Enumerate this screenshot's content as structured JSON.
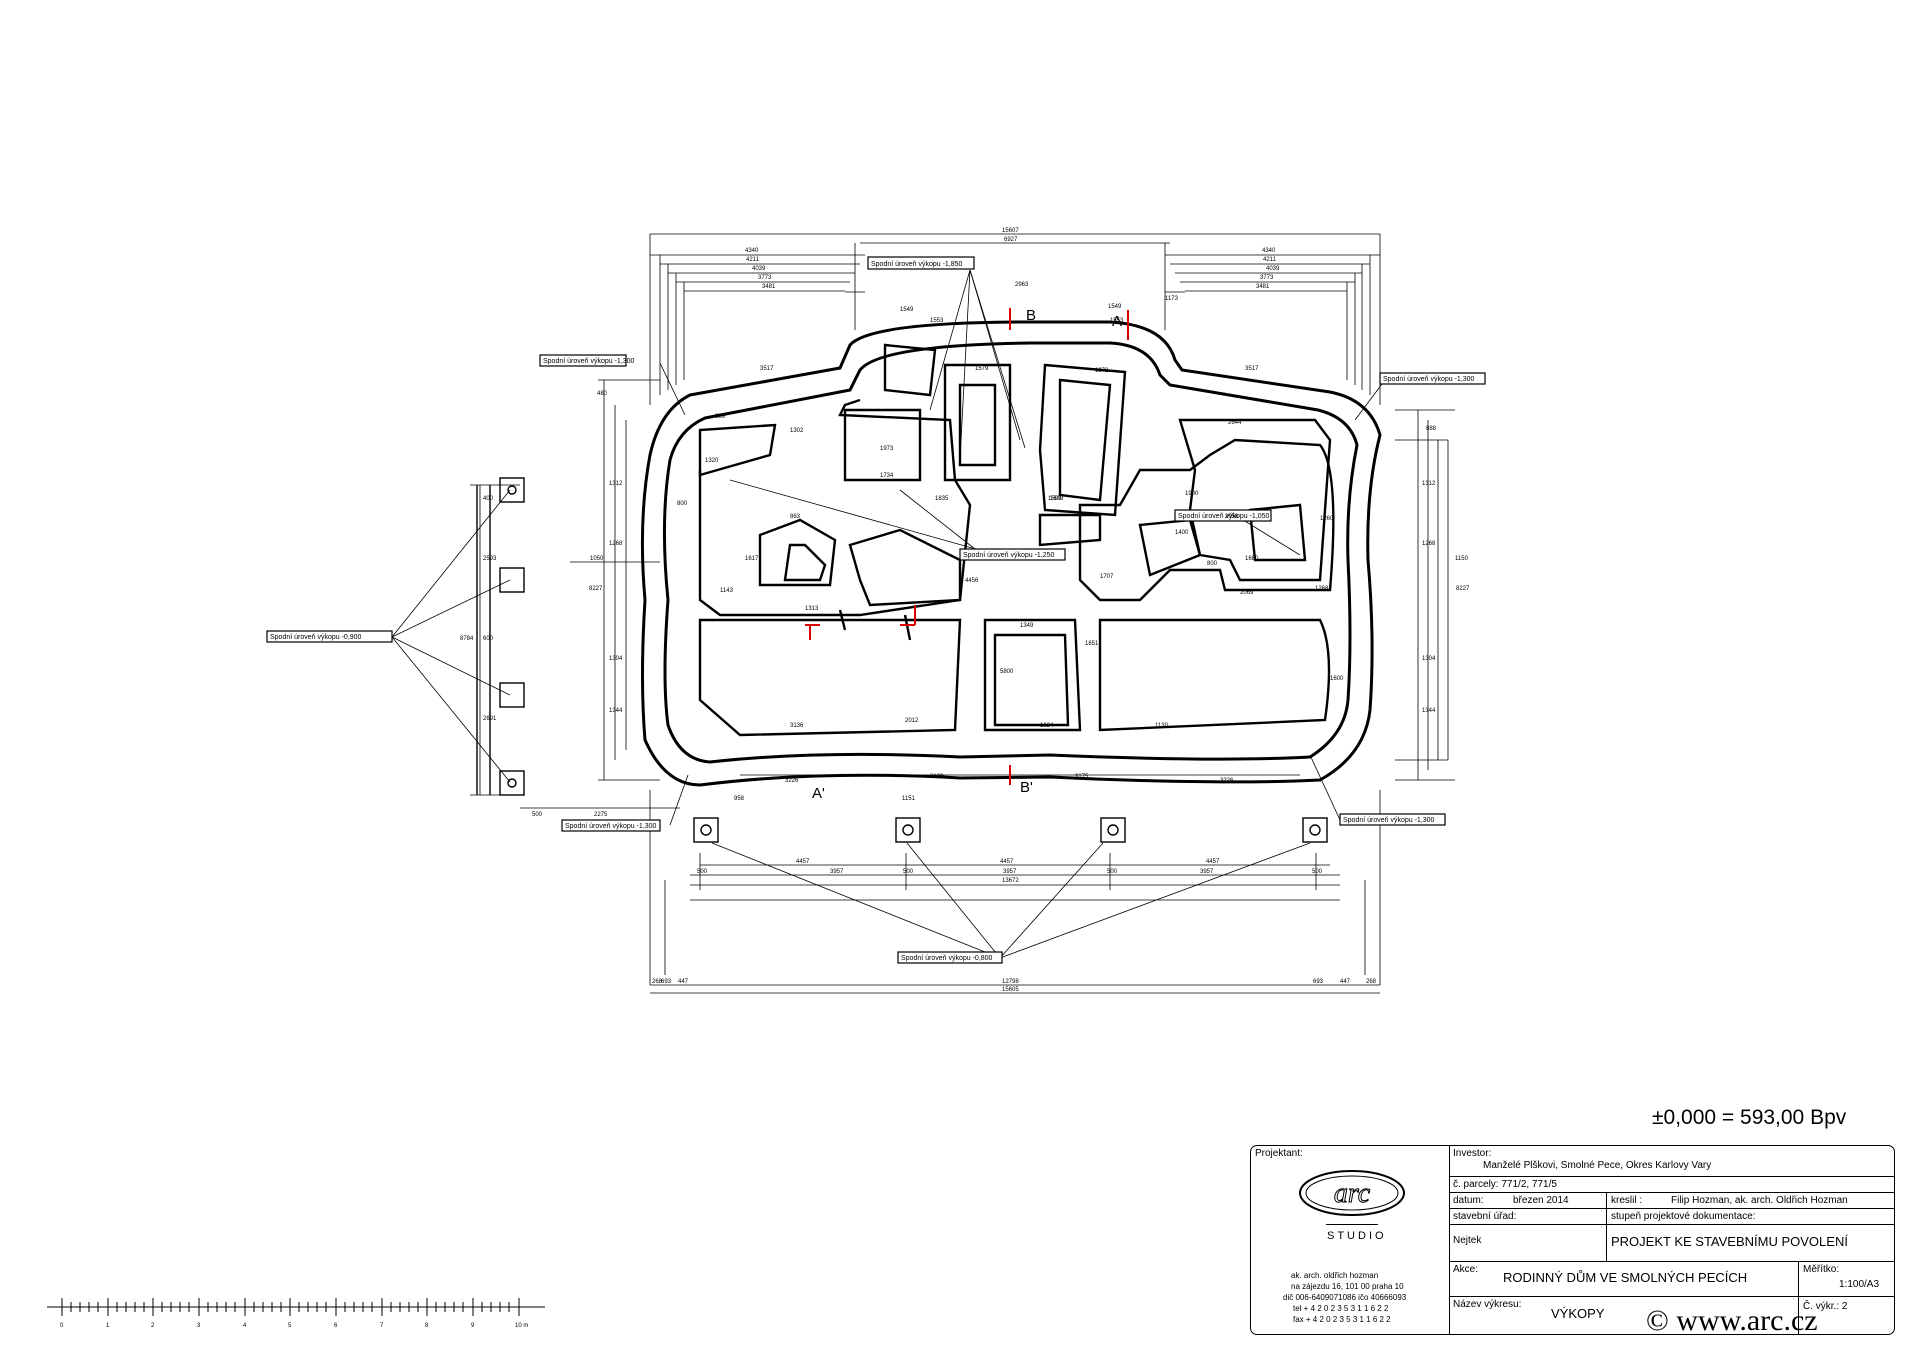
{
  "plan": {
    "dimensions_top": [
      "15607",
      "6927",
      "4340",
      "4211",
      "4039",
      "3773",
      "3481",
      "1549",
      "1553",
      "1579",
      "2963",
      "1549",
      "1553",
      "1272",
      "1609",
      "1173"
    ],
    "dimensions_bottom": [
      "15605",
      "12798",
      "13672",
      "4457",
      "3957",
      "500",
      "3226",
      "3129",
      "3175",
      "3136",
      "2012",
      "1130",
      "1624",
      "693",
      "447",
      "268",
      "1151",
      "958"
    ],
    "dimensions_side": [
      "8227",
      "1312",
      "1268",
      "1304",
      "1344",
      "1150",
      "480",
      "888",
      "8784",
      "2691",
      "2593",
      "600",
      "400",
      "500",
      "2275",
      "1050"
    ],
    "dimensions_inner": [
      "3517",
      "3517",
      "2644",
      "2056",
      "1400",
      "1680",
      "800",
      "1313",
      "1143",
      "1302",
      "1973",
      "1734",
      "1835",
      "1509",
      "1707",
      "4456",
      "5800",
      "1349",
      "1651",
      "1268",
      "1260",
      "1900",
      "1600",
      "800",
      "2069",
      "689",
      "1320",
      "863",
      "1617"
    ],
    "level_labels": {
      "tl": "Spodní úroveň výkopu -1,300",
      "tr": "Spodní úroveň výkopu -1,300",
      "bl": "Spodní úroveň výkopu -1,300",
      "br": "Spodní úroveň výkopu -1,300",
      "top": "Spodní úroveň výkopu -1,850",
      "mid": "Spodní úroveň výkopu -1,250",
      "right": "Spodní úroveň výkopu -1,050",
      "left": "Spodní úroveň výkopu -0,900",
      "bottom": "Spodní úroveň výkopu -0,800"
    },
    "section_marks": {
      "a": "A",
      "b": "B",
      "a_prime": "A'",
      "b_prime": "B'"
    },
    "scale_bar": [
      "0",
      "1",
      "2",
      "3",
      "4",
      "5",
      "6",
      "7",
      "8",
      "9",
      "10 m"
    ]
  },
  "elevation": "±0,000 = 593,00 Bpv",
  "title_block": {
    "projektant_label": "Projektant:",
    "logo_text": "arc",
    "studio_text": "STUDIO",
    "architect": "ak. arch. oldřich hozman",
    "address": "na zájezdu 16, 101 00 praha 10",
    "ids": "dič 006-6409071086 ičo 40666093",
    "tel": "tel + 4 2 0  2 3 5  3 1  1 6  2 2",
    "fax": "fax + 4 2 0  2 3 5  3 1  1 6  2 2",
    "investor_label": "Investor:",
    "investor": "Manželé Plškovi, Smolné Pece, Okres Karlovy Vary",
    "parcel": "č. parcely:  771/2, 771/5",
    "date_label": "datum:",
    "date": "březen 2014",
    "drawn_label": "kreslil :",
    "drawn": "Filip Hozman, ak. arch. Oldřich Hozman",
    "office_label": "stavební úřad:",
    "office": "Nejtek",
    "stage_label": "stupeň projektové dokumentace:",
    "stage": "PROJEKT KE STAVEBNÍMU POVOLENÍ",
    "action_label": "Akce:",
    "action": "RODINNÝ DŮM VE SMOLNÝCH PECÍCH",
    "scale_label": "Měřítko:",
    "scale": "1:100/A3",
    "drawing_label": "Název výkresu:",
    "drawing": "VÝKOPY",
    "drawing_no": "Č. výkr.: 2"
  },
  "copyright": "© www.arc.cz"
}
